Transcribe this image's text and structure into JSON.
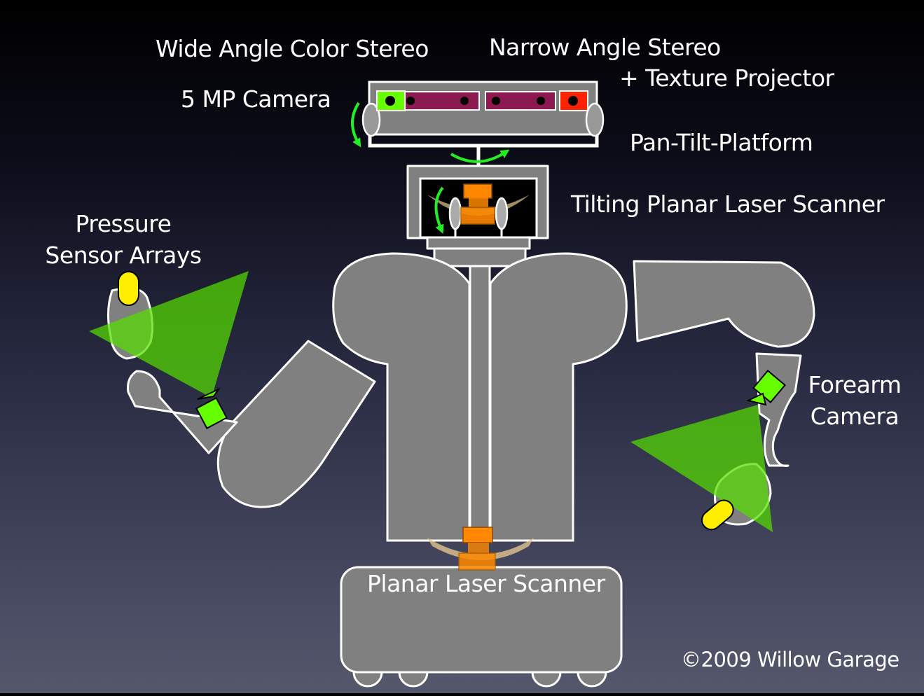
{
  "labels": {
    "wide_angle_color_stereo": "Wide Angle Color Stereo",
    "narrow_angle_stereo": "Narrow Angle Stereo",
    "texture_projector": "+ Texture Projector",
    "five_mp_camera": "5 MP Camera",
    "pan_tilt_platform": "Pan-Tilt-Platform",
    "tilting_planar_laser_scanner": "Tilting Planar Laser Scanner",
    "pressure": "Pressure",
    "sensor_arrays": "Sensor Arrays",
    "forearm": "Forearm",
    "camera": "Camera",
    "planar_laser_scanner": "Planar Laser Scanner",
    "copyright": "©2009 Willow Garage"
  },
  "colors": {
    "robot_body": "#808080",
    "outline": "#ffffff",
    "camera_green": "#66ff00",
    "camera_red": "#ff2200",
    "stereo_magenta": "#8c1a50",
    "laser_orange": "#ff8800",
    "laser_sweep": "#e3c48f",
    "field_of_view": "#55dd00",
    "pressure_sensor": "#ffee00",
    "rotation_arrow": "#22ee22"
  },
  "icons": [
    "rotation-arrow-icon",
    "camera-icon",
    "laser-scanner-icon"
  ]
}
